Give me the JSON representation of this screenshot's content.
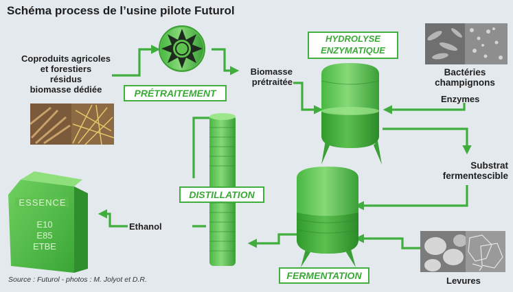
{
  "title": "Schéma process de l’usine pilote Futurol",
  "inputs": {
    "line1": "Coproduits agricoles",
    "line2": "et forestiers",
    "line3": "résidus",
    "line4": "biomasse dédiée"
  },
  "steps": {
    "pretreatment": "PRÉTRAITEMENT",
    "hydrolysis_line1": "HYDROLYSE",
    "hydrolysis_line2": "ENZYMATIQUE",
    "distillation": "DISTILLATION",
    "fermentation": "FERMENTATION"
  },
  "labels": {
    "biomass_line1": "Biomasse",
    "biomass_line2": "prétraitée",
    "bacteria_line1": "Bactéries",
    "bacteria_line2": "champignons",
    "enzymes": "Enzymes",
    "substrate_line1": "Substrat",
    "substrate_line2": "fermentescible",
    "ethanol": "Ethanol",
    "yeasts": "Levures"
  },
  "fuel_can": {
    "label": "ESSENCE",
    "grade1": "E10",
    "grade2": "E85",
    "grade3": "ETBE"
  },
  "source": "Source : Futurol - photos : M. Jolyot  et D.R.",
  "colors": {
    "background": "#e4e9ee",
    "green": "#3fae3c",
    "green_light": "#6fcf5f",
    "green_dark": "#2e8f2c",
    "text": "#1e1e1e"
  }
}
